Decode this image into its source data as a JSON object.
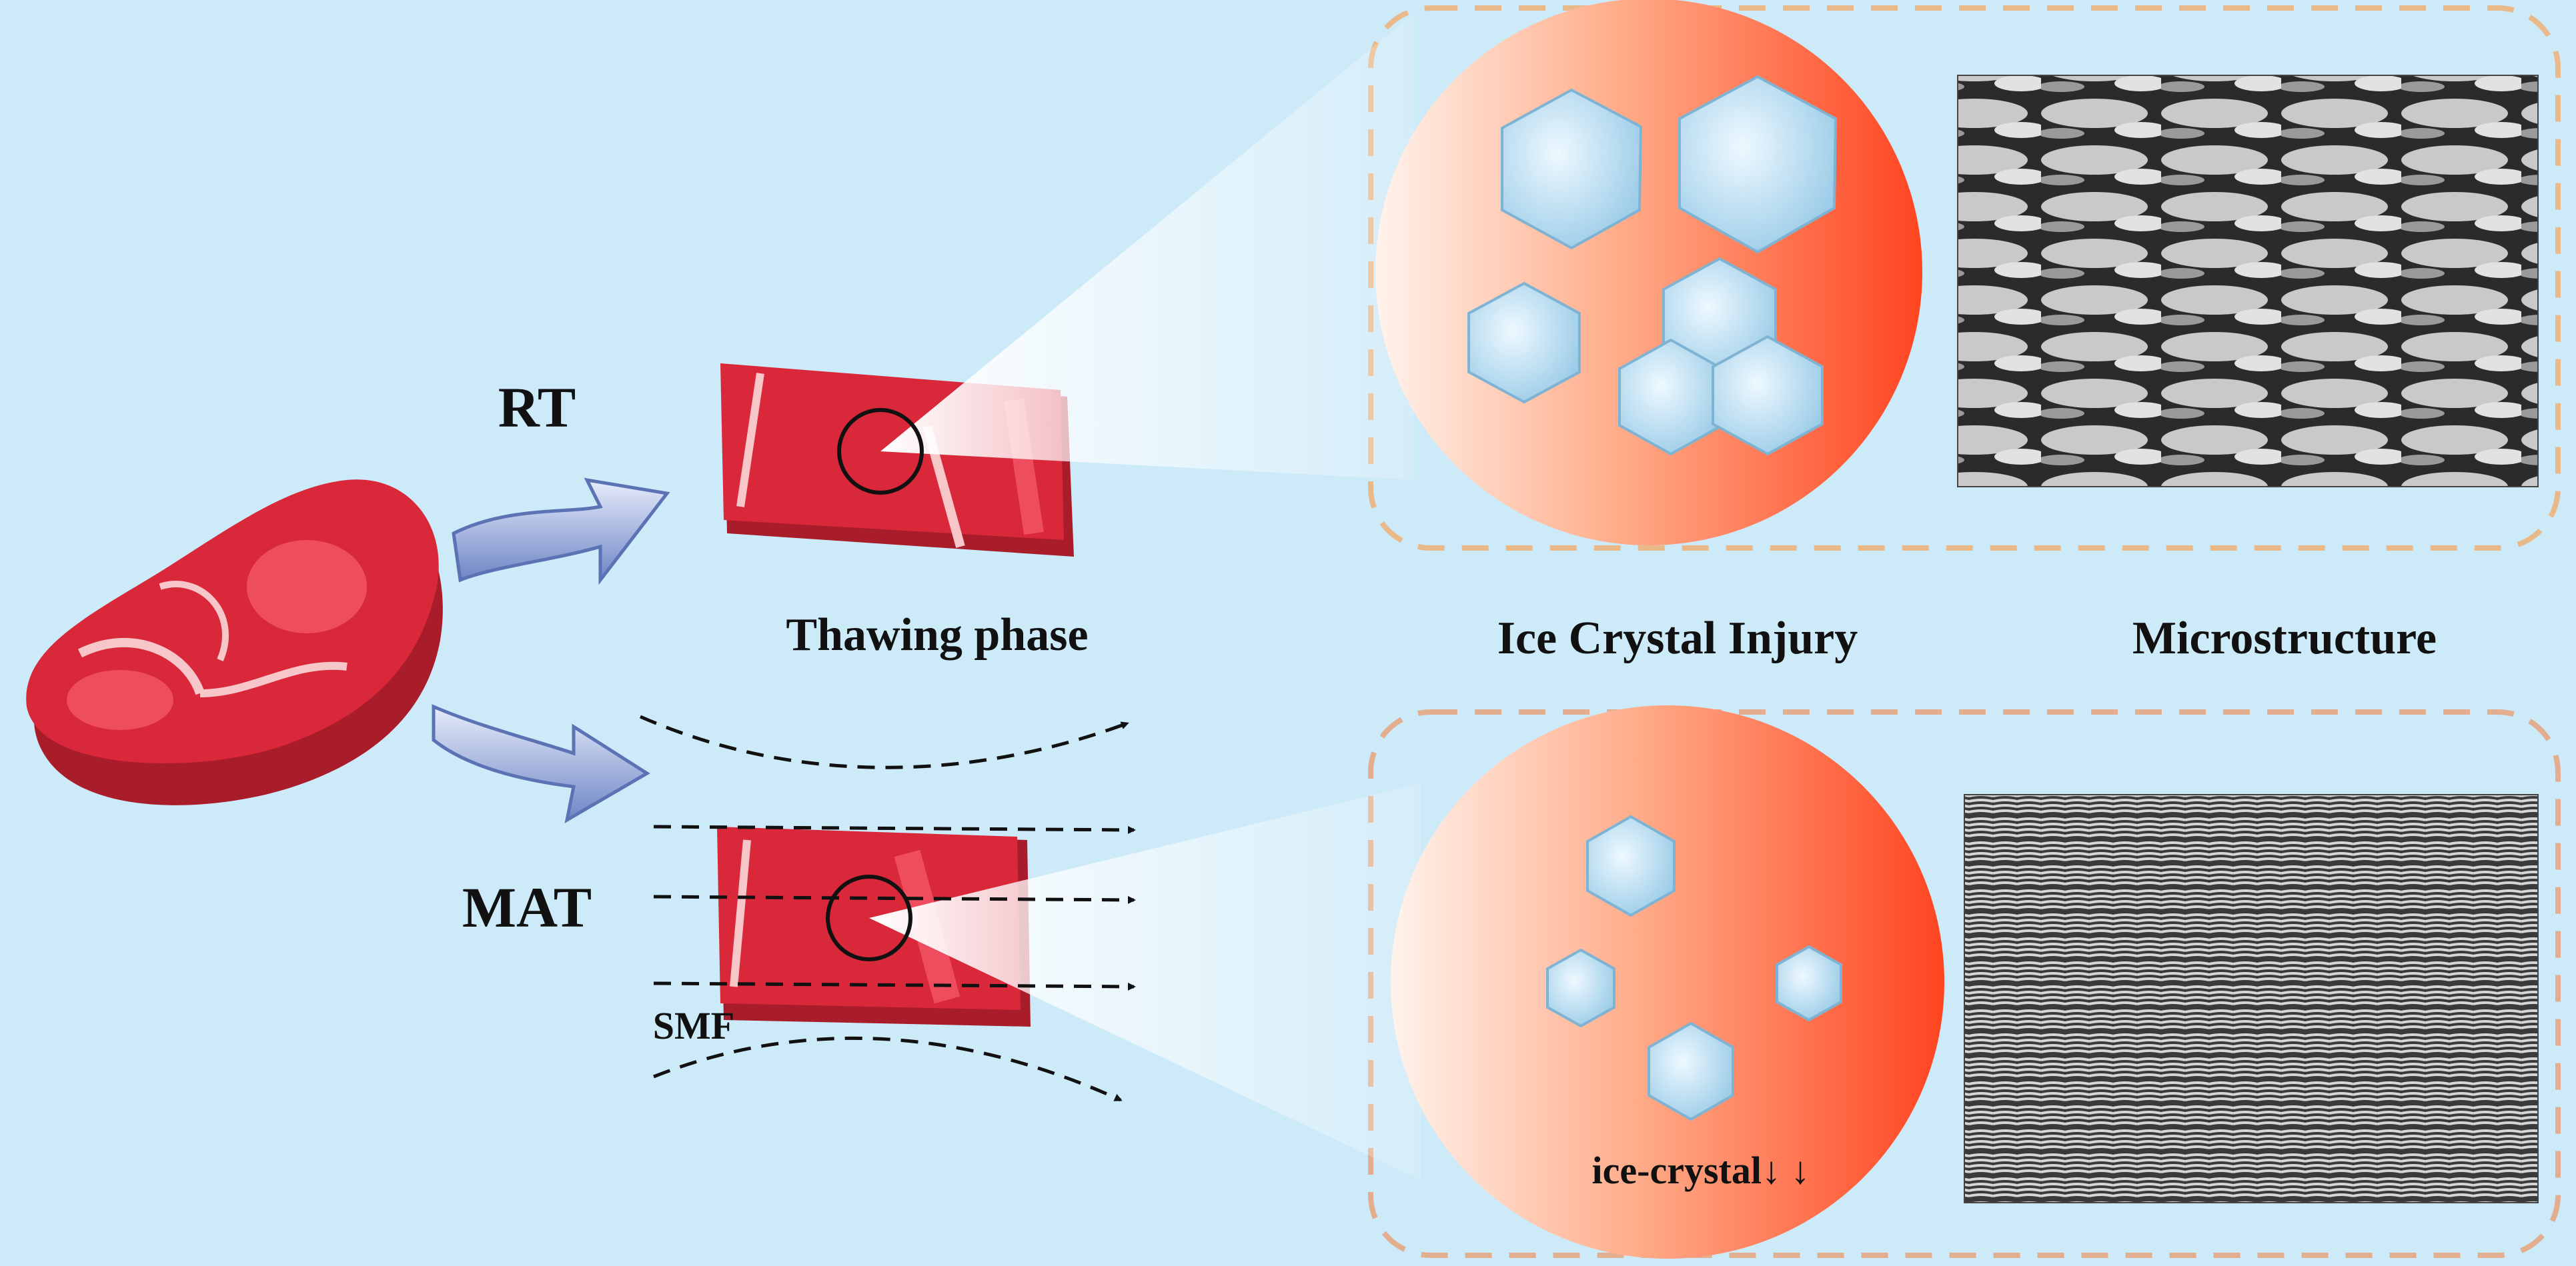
{
  "labels": {
    "rt": "RT",
    "mat": "MAT",
    "smf": "SMF",
    "thawing_phase": "Thawing phase",
    "ice_crystal_injury": "Ice Crystal Injury",
    "microstructure": "Microstructure",
    "ice_crystal_note": "ice-crystal↓ ↓"
  },
  "colors": {
    "background": "#cdeaf8",
    "meat_red": "#d8283a",
    "meat_dark": "#a91c2a",
    "fat_white": "#f6c6c9",
    "crystal_blue": "#bfe1f2",
    "dashed_border": "#eab98a",
    "arrow_blue": "#7f96cf",
    "circle_gradient_start": "#fff1e8",
    "circle_gradient_end": "#ff4a25"
  },
  "icons": {
    "arrow_up": "curved-arrow-icon",
    "arrow_down": "curved-arrow-icon",
    "crystal": "hexagonal-ice-crystal-icon",
    "magnetic_field": "dashed-field-line-icon"
  }
}
